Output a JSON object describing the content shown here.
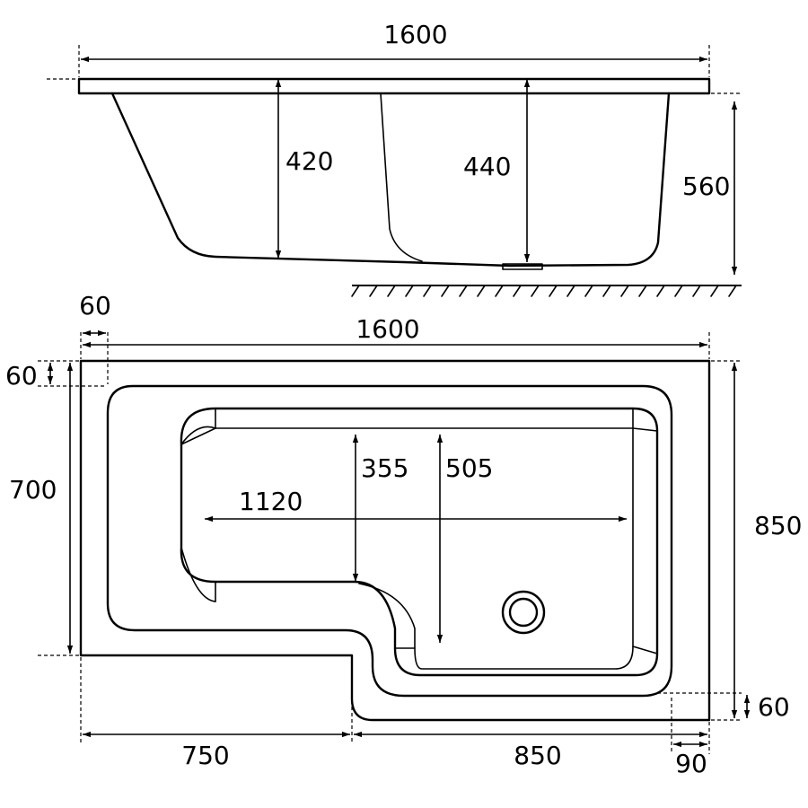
{
  "side_view": {
    "overall_length": "1600",
    "depth_left": "420",
    "depth_right": "440",
    "height": "560"
  },
  "plan_view": {
    "rim_left": "60",
    "overall_length": "1600",
    "rim_top": "60",
    "width_narrow": "700",
    "basin_length": "1120",
    "basin_width_narrow": "355",
    "basin_width_wide": "505",
    "width_wide": "850",
    "rim_bottom": "60",
    "narrow_section_length": "750",
    "wide_section_length": "850",
    "end_rim": "90"
  },
  "colors": {
    "line": "#000000",
    "background": "#ffffff"
  }
}
